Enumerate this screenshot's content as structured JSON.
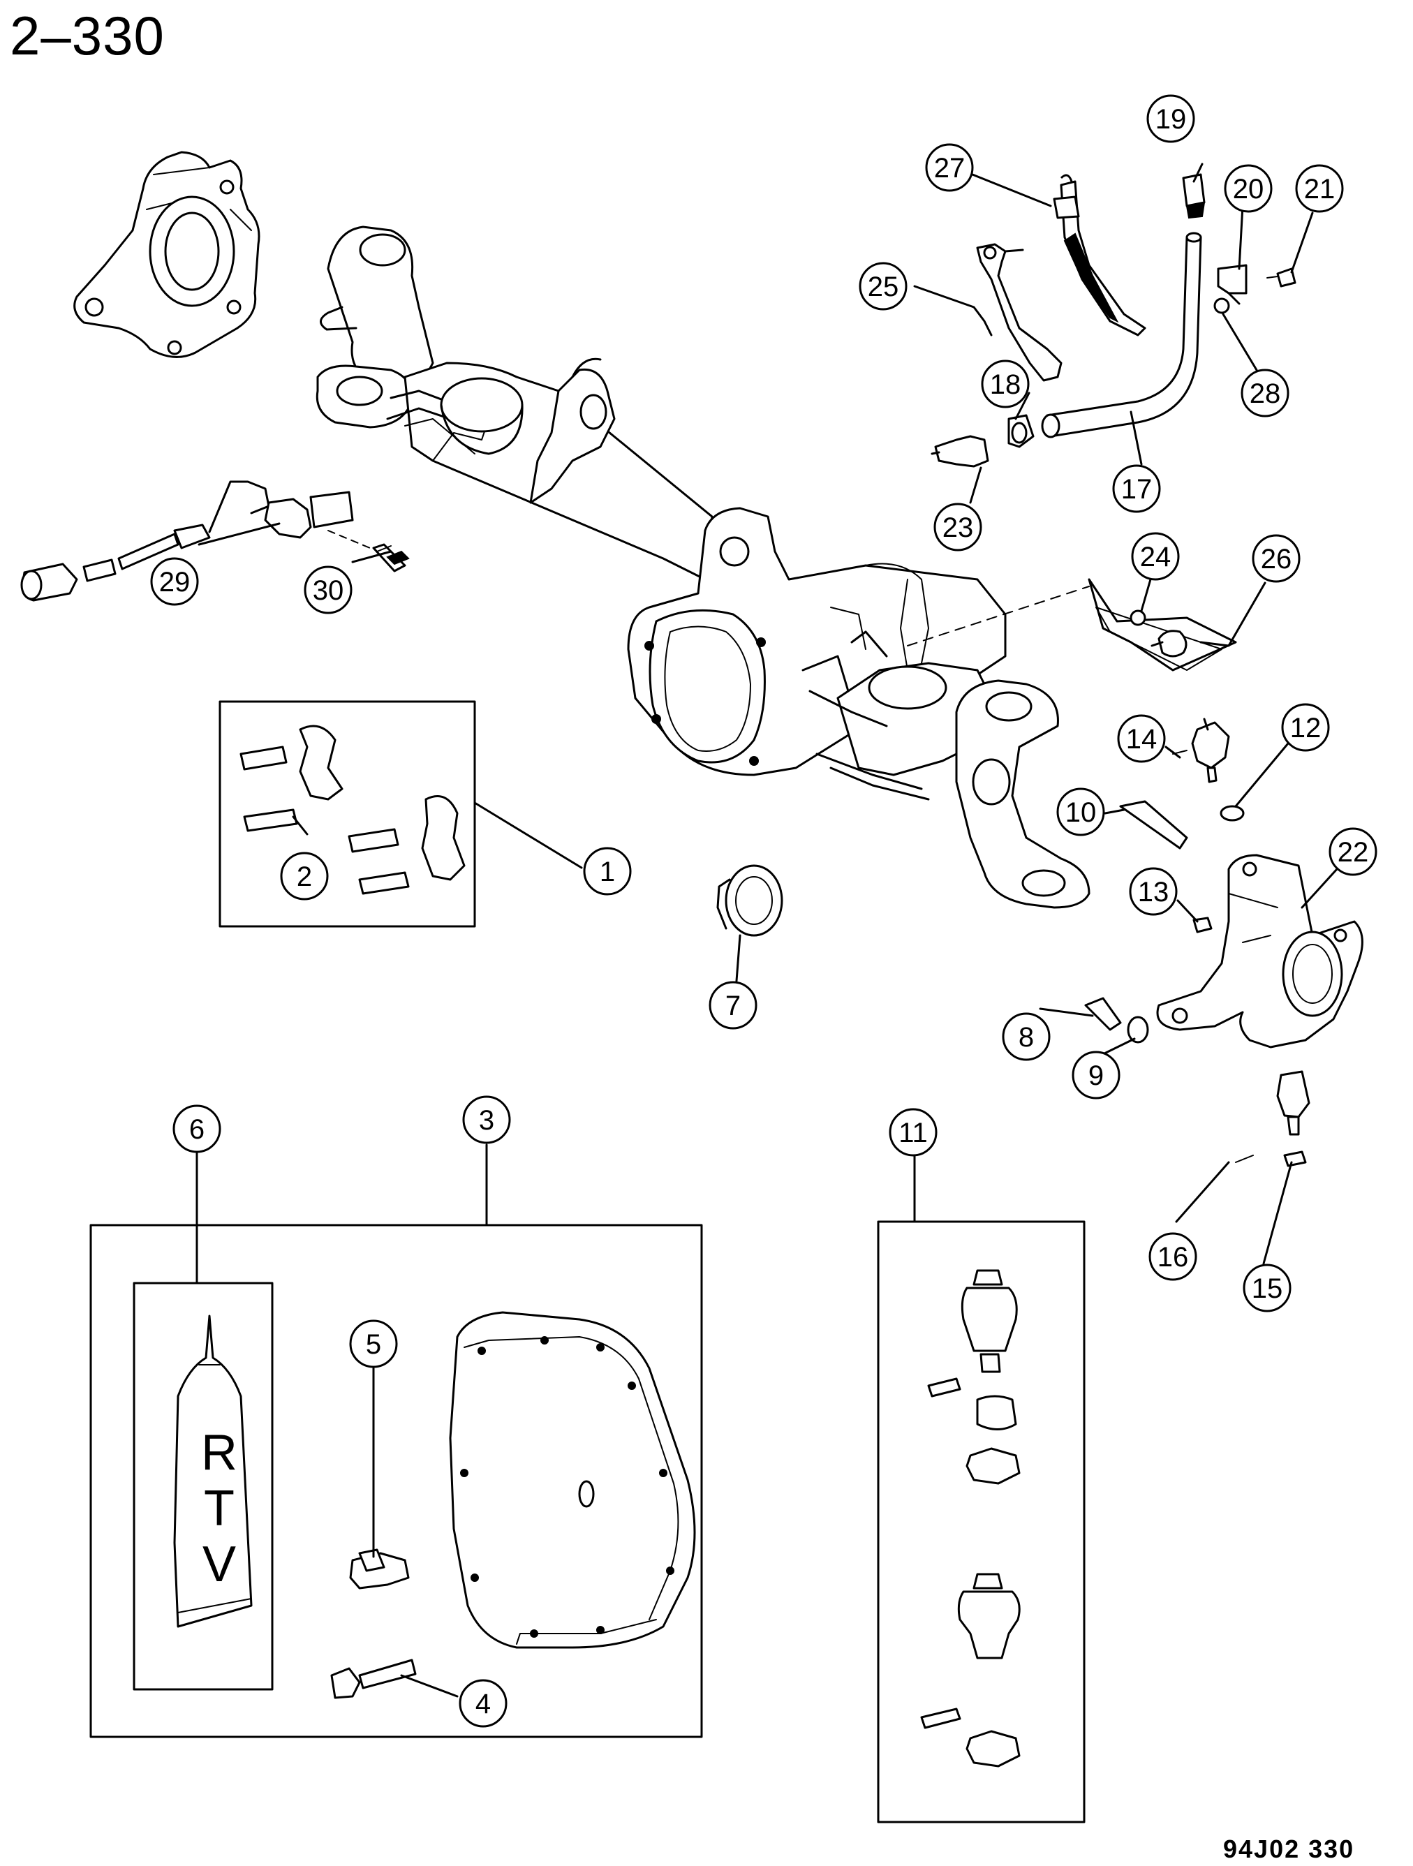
{
  "page": {
    "title": "2–330",
    "drawing_code": "94J02  330"
  },
  "tube_text": {
    "line1": "R",
    "line2": "T",
    "line3": "V"
  },
  "callouts": [
    {
      "label": "1"
    },
    {
      "label": "2"
    },
    {
      "label": "3"
    },
    {
      "label": "4"
    },
    {
      "label": "5"
    },
    {
      "label": "6"
    },
    {
      "label": "7"
    },
    {
      "label": "8"
    },
    {
      "label": "9"
    },
    {
      "label": "10"
    },
    {
      "label": "11"
    },
    {
      "label": "12"
    },
    {
      "label": "13"
    },
    {
      "label": "14"
    },
    {
      "label": "15"
    },
    {
      "label": "16"
    },
    {
      "label": "17"
    },
    {
      "label": "18"
    },
    {
      "label": "19"
    },
    {
      "label": "20"
    },
    {
      "label": "21"
    },
    {
      "label": "22"
    },
    {
      "label": "23"
    },
    {
      "label": "24"
    },
    {
      "label": "25"
    },
    {
      "label": "26"
    },
    {
      "label": "27"
    },
    {
      "label": "28"
    },
    {
      "label": "29"
    },
    {
      "label": "30"
    }
  ]
}
